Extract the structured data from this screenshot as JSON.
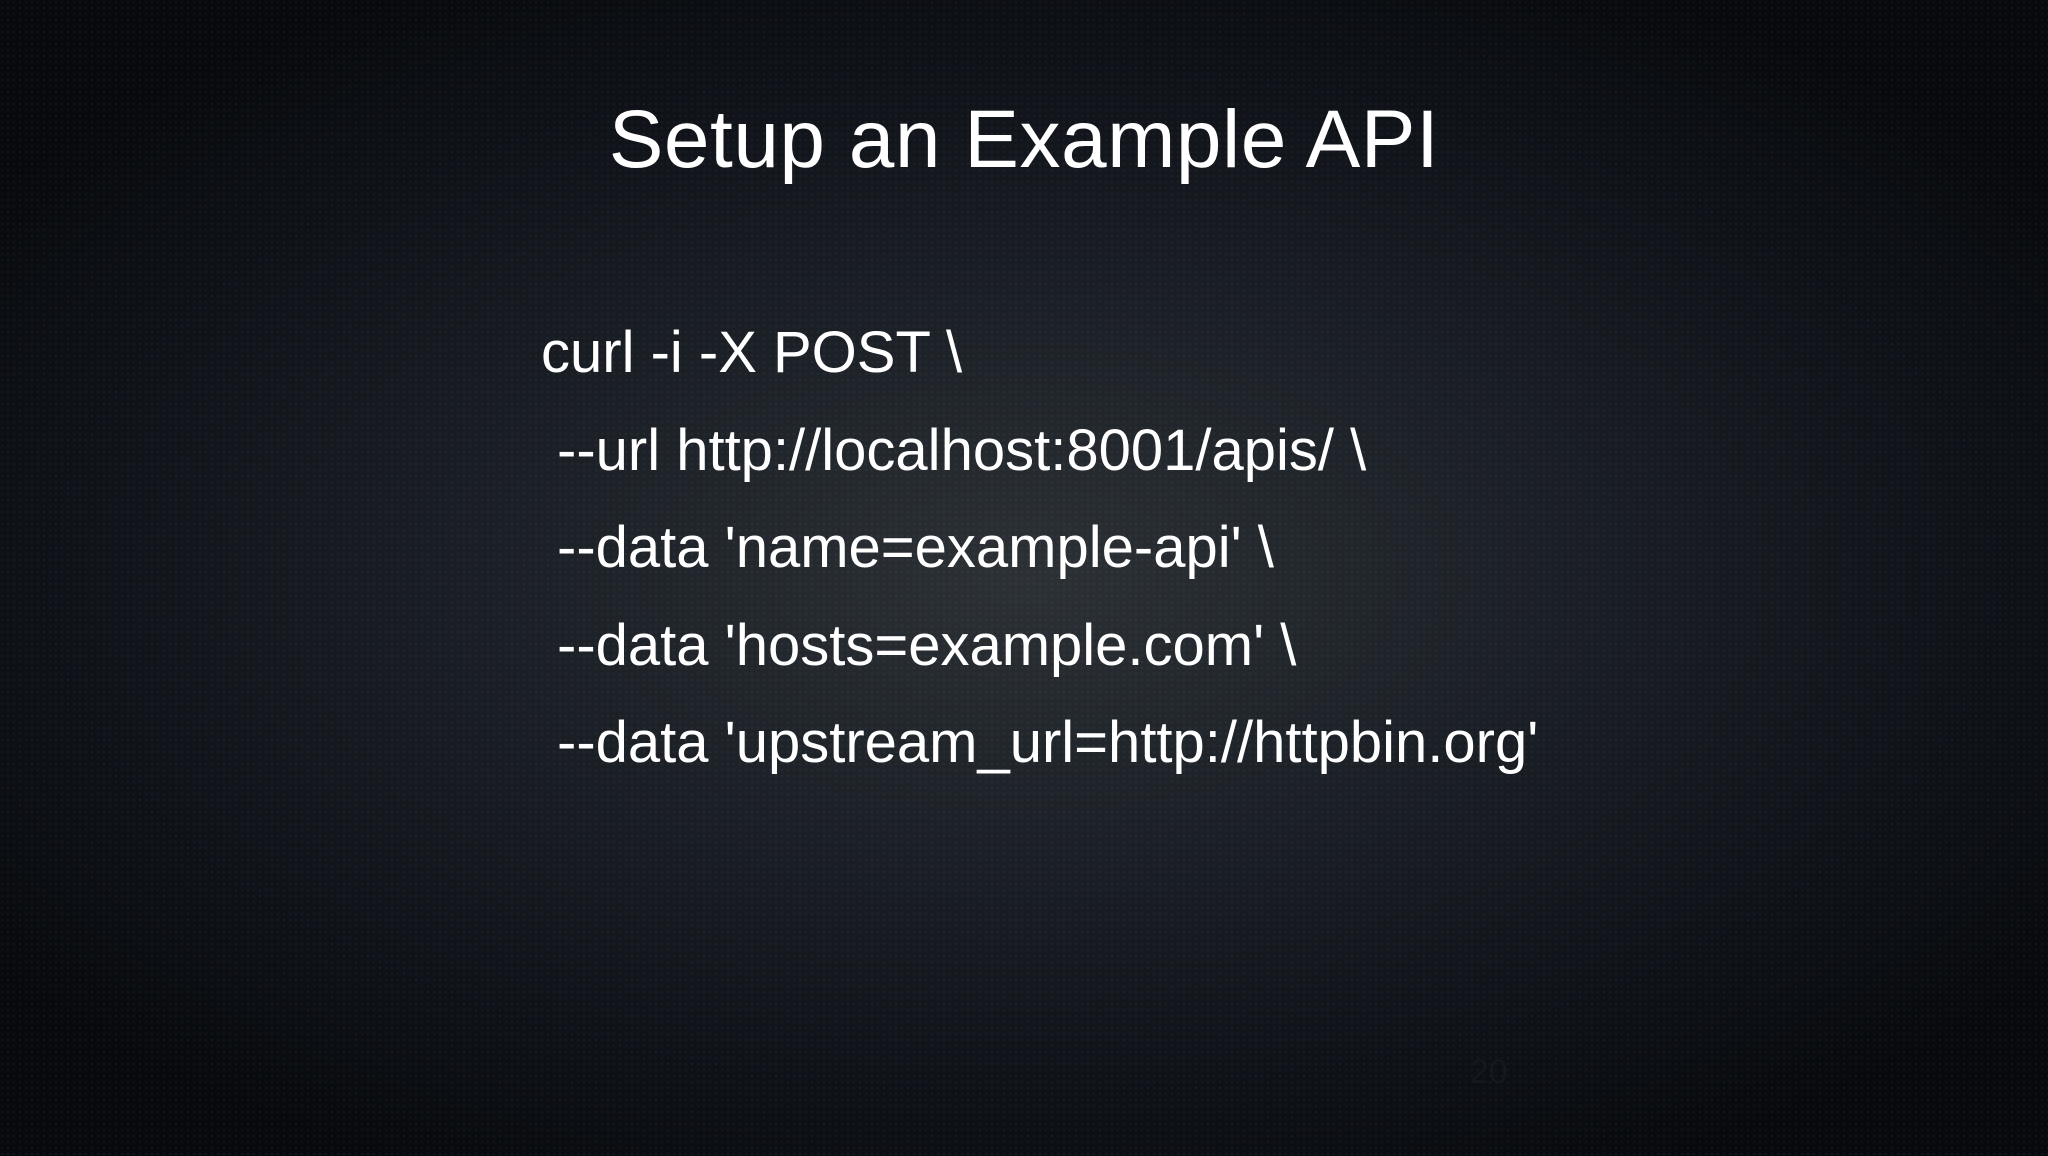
{
  "slide": {
    "title": "Setup an Example API",
    "code_lines": [
      "curl -i -X POST \\",
      "--url http://localhost:8001/apis/ \\",
      "--data 'name=example-api' \\",
      "--data 'hosts=example.com' \\",
      "--data 'upstream_url=http://httpbin.org'"
    ],
    "page_number": "20"
  },
  "colors": {
    "text": "#ffffff",
    "background_center": "#2c3136",
    "background_edge": "#07090c"
  }
}
